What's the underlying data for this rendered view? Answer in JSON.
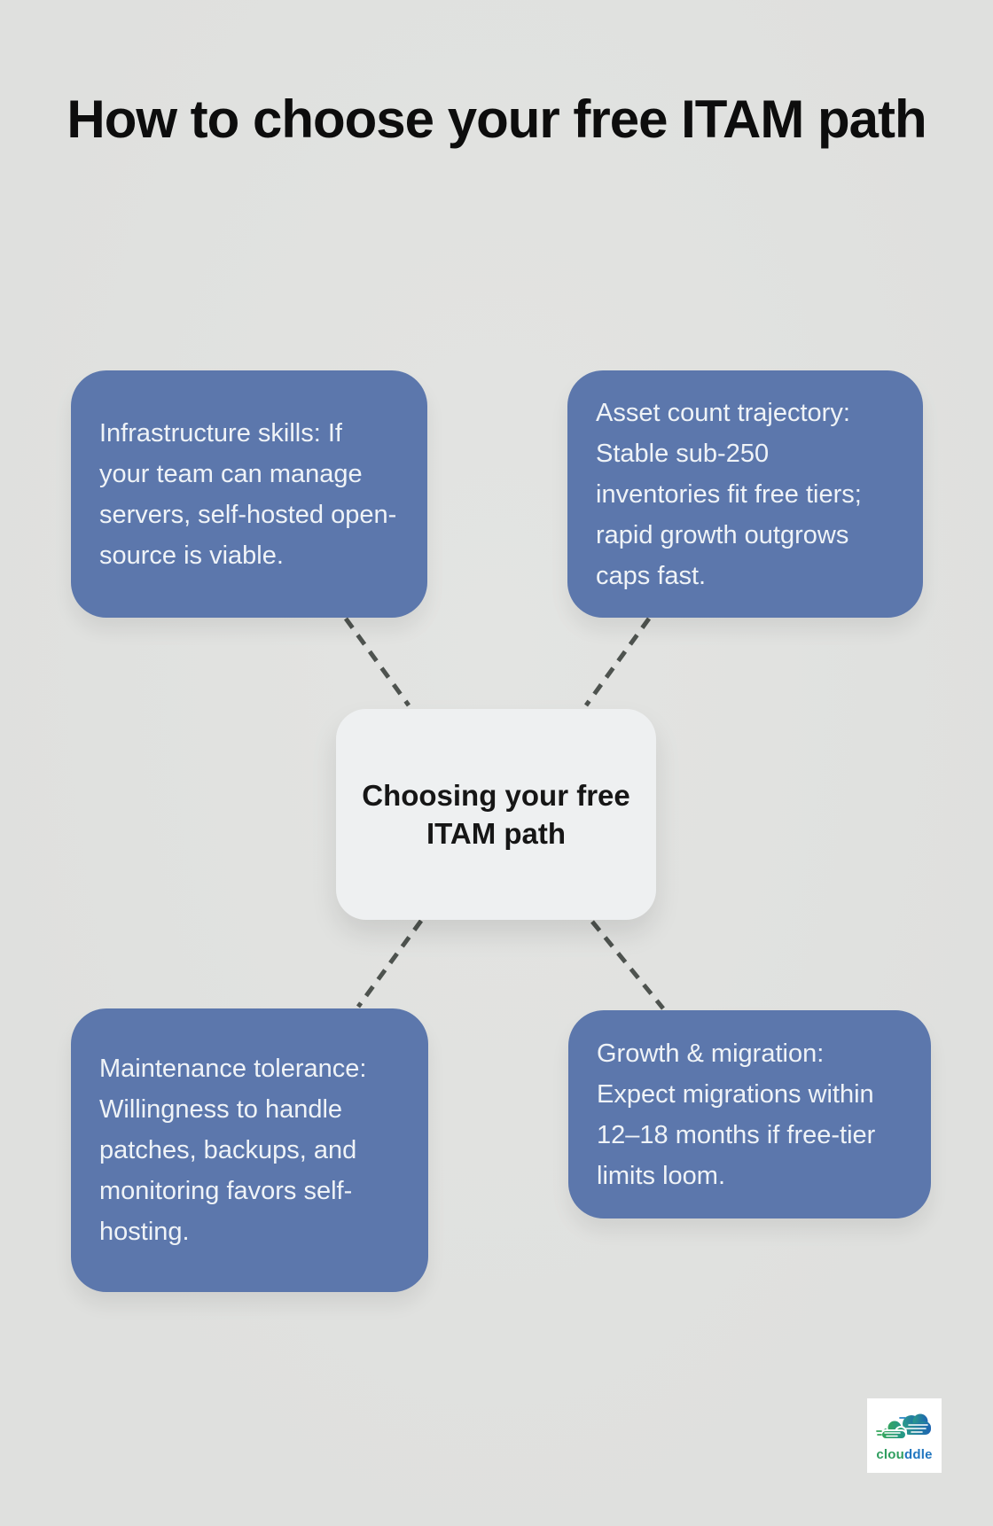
{
  "page": {
    "title": "How to choose your free ITAM path",
    "background_color": "#e0e1df",
    "title_color": "#0d0d0d"
  },
  "diagram": {
    "center": {
      "label": "Choosing your free ITAM path",
      "color": "#eef0f1"
    },
    "node_color": "#5c77ac",
    "node_text_color": "#eff3f7",
    "connector_color": "#4e534f",
    "nodes": [
      {
        "id": "top-left",
        "text": "Infrastructure skills: If your team can manage servers, self-hosted open-source is viable."
      },
      {
        "id": "top-right",
        "text": "Asset count trajectory: Stable sub-250 inventories fit free tiers; rapid growth outgrows caps fast."
      },
      {
        "id": "bottom-left",
        "text": "Maintenance tolerance: Willingness to handle patches, backups, and monitoring favors self-hosting."
      },
      {
        "id": "bottom-right",
        "text": "Growth & migration: Expect migrations within 12–18 months if free-tier limits loom."
      }
    ]
  },
  "logo": {
    "name": "clouddle",
    "wordmark_part1": "clou",
    "wordmark_part2": "ddle",
    "green": "#2f9e5f",
    "blue": "#2176c0"
  }
}
